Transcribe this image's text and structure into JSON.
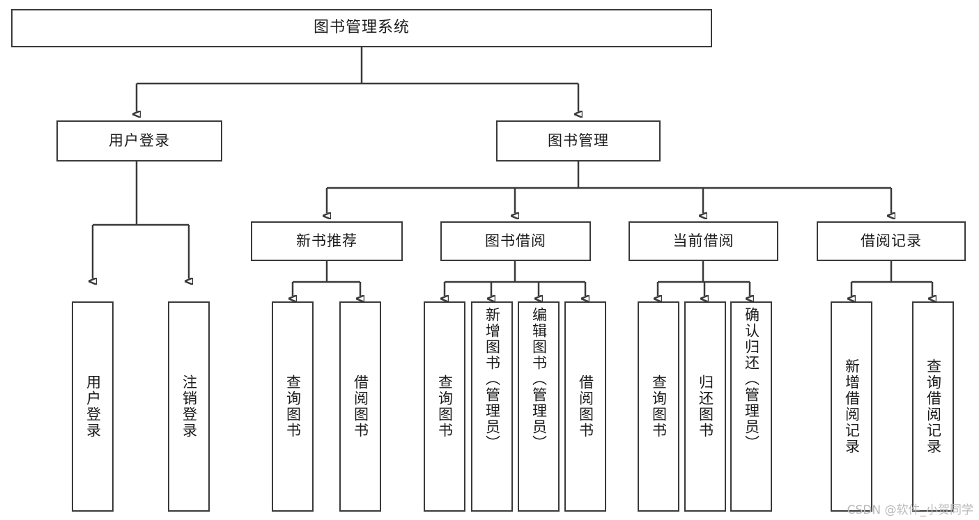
{
  "diagram": {
    "type": "tree-hierarchy-chart",
    "root": {
      "label": "图书管理系统"
    },
    "level2": [
      {
        "label": "用户登录"
      },
      {
        "label": "图书管理"
      }
    ],
    "level3": [
      {
        "label": "新书推荐"
      },
      {
        "label": "图书借阅"
      },
      {
        "label": "当前借阅"
      },
      {
        "label": "借阅记录"
      }
    ],
    "leaves": {
      "user_login": [
        {
          "label": "用户登录"
        },
        {
          "label": "注销登录"
        }
      ],
      "new_book_recommend": [
        {
          "label": "查询图书"
        },
        {
          "label": "借阅图书"
        }
      ],
      "book_borrow": [
        {
          "label": "查询图书"
        },
        {
          "label": "新增图书（管理员）"
        },
        {
          "label": "编辑图书（管理员）"
        },
        {
          "label": "借阅图书"
        }
      ],
      "current_borrow": [
        {
          "label": "查询图书"
        },
        {
          "label": "归还图书"
        },
        {
          "label": "确认归还（管理员）"
        }
      ],
      "borrow_record": [
        {
          "label": "新增借阅记录"
        },
        {
          "label": "查询借阅记录"
        }
      ]
    }
  },
  "watermark": {
    "text": "CSDN @软件_小贺同学"
  },
  "colors": {
    "stroke": "#3a3a3a",
    "text": "#1a1a1a",
    "background": "#ffffff",
    "watermark": "#b9b9b9"
  }
}
